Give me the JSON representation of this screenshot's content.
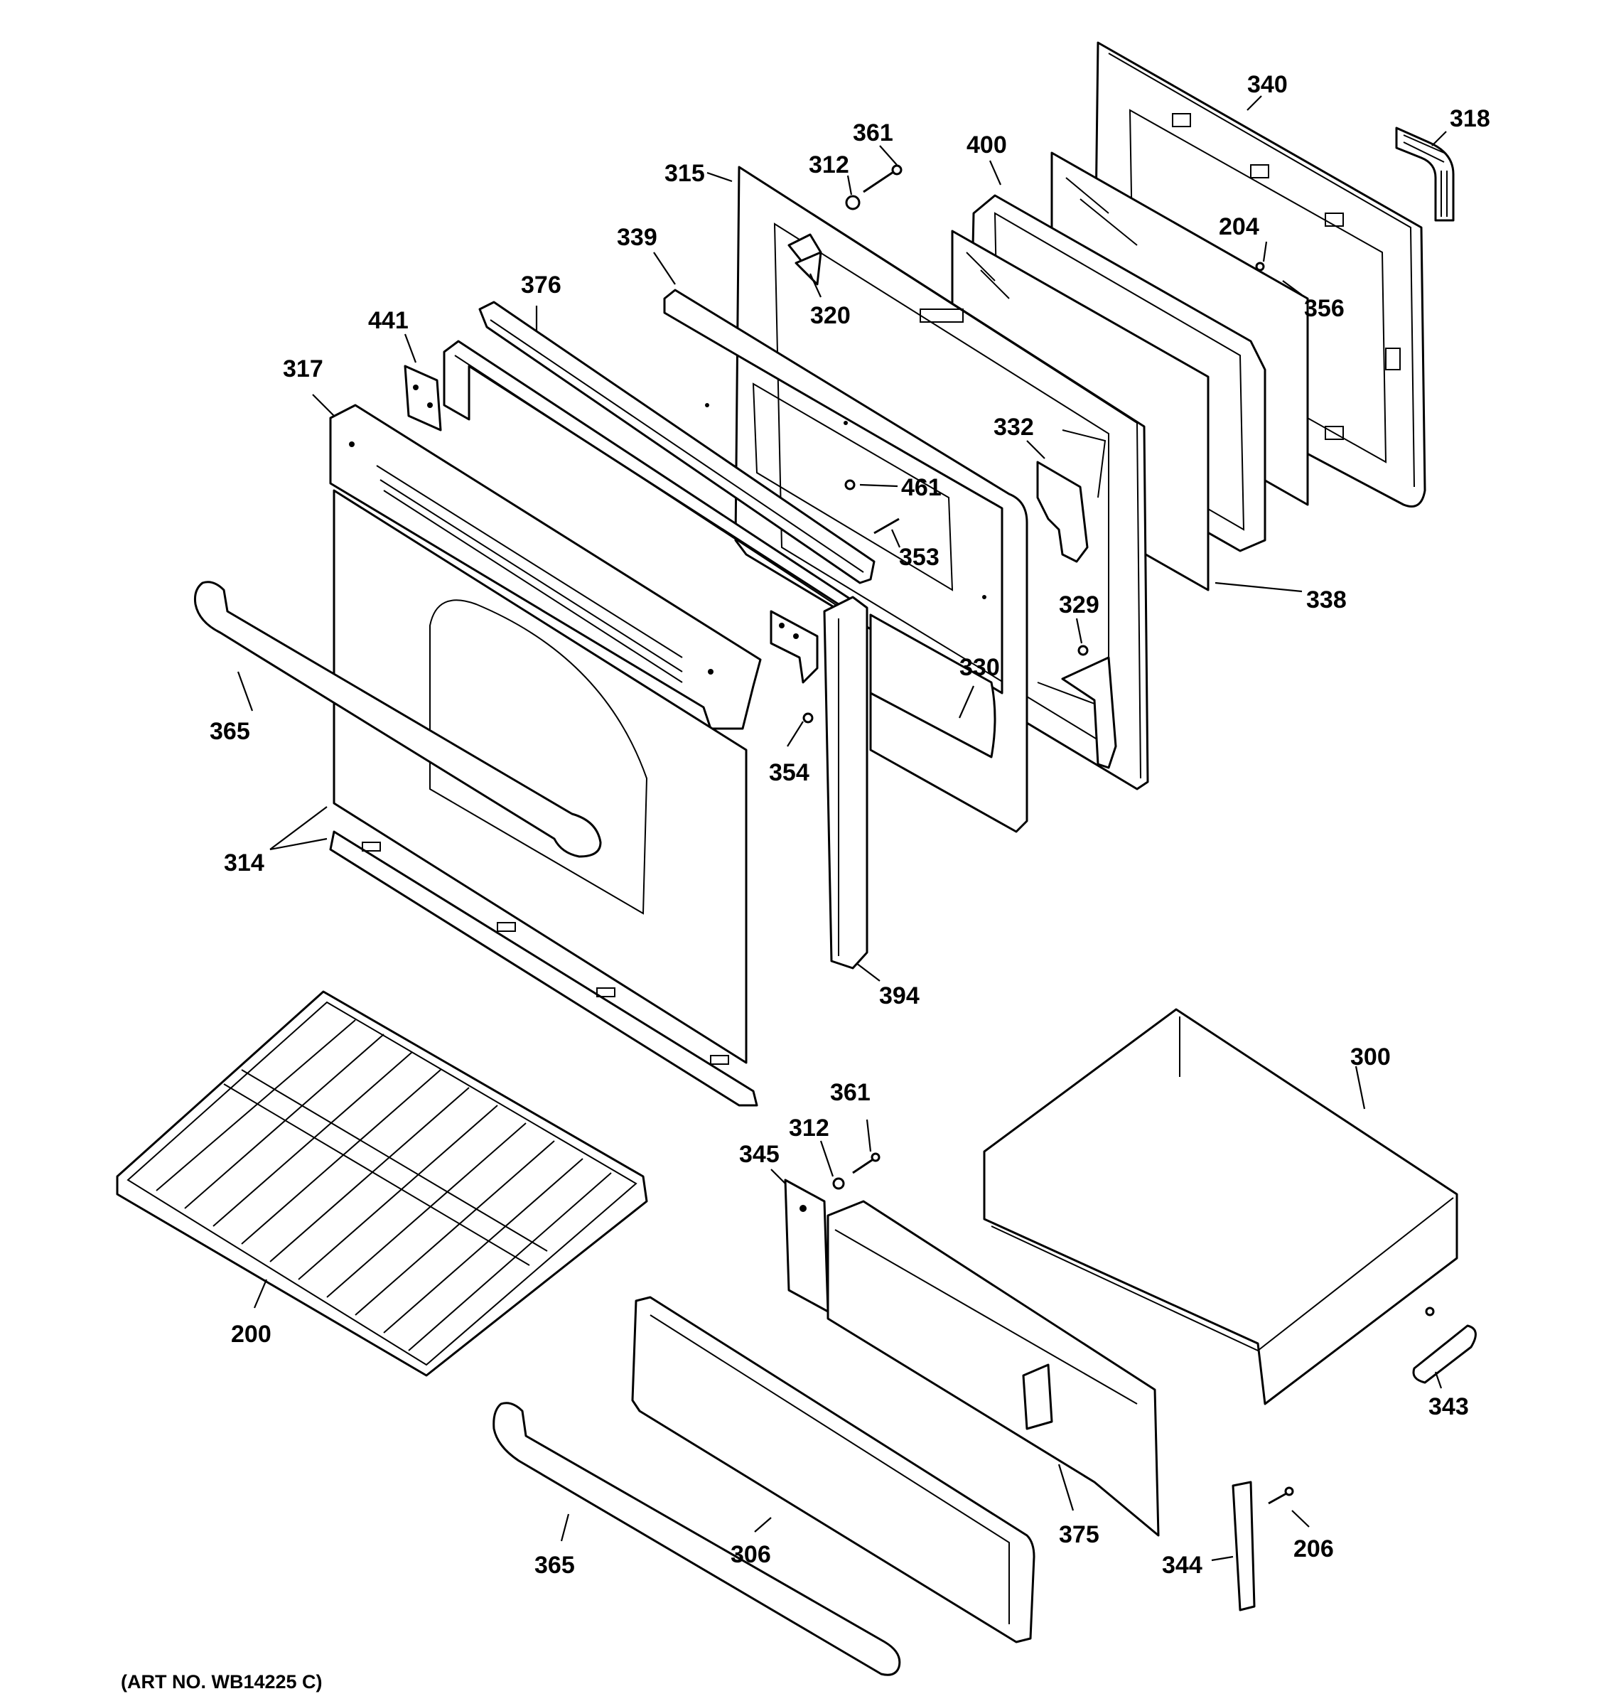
{
  "parts": [
    {
      "id": "340",
      "label": "340"
    },
    {
      "id": "318",
      "label": "318"
    },
    {
      "id": "361",
      "label": "361"
    },
    {
      "id": "312",
      "label": "312"
    },
    {
      "id": "315",
      "label": "315"
    },
    {
      "id": "400",
      "label": "400"
    },
    {
      "id": "204",
      "label": "204"
    },
    {
      "id": "356",
      "label": "356"
    },
    {
      "id": "339",
      "label": "339"
    },
    {
      "id": "320",
      "label": "320"
    },
    {
      "id": "376",
      "label": "376"
    },
    {
      "id": "441",
      "label": "441"
    },
    {
      "id": "317",
      "label": "317"
    },
    {
      "id": "332",
      "label": "332"
    },
    {
      "id": "461",
      "label": "461"
    },
    {
      "id": "353",
      "label": "353"
    },
    {
      "id": "338",
      "label": "338"
    },
    {
      "id": "329",
      "label": "329"
    },
    {
      "id": "330",
      "label": "330"
    },
    {
      "id": "365",
      "label": "365"
    },
    {
      "id": "354",
      "label": "354"
    },
    {
      "id": "314",
      "label": "314"
    },
    {
      "id": "394",
      "label": "394"
    },
    {
      "id": "300",
      "label": "300"
    },
    {
      "id": "361b",
      "label": "361"
    },
    {
      "id": "312b",
      "label": "312"
    },
    {
      "id": "345",
      "label": "345"
    },
    {
      "id": "200",
      "label": "200"
    },
    {
      "id": "343",
      "label": "343"
    },
    {
      "id": "375",
      "label": "375"
    },
    {
      "id": "306",
      "label": "306"
    },
    {
      "id": "365b",
      "label": "365"
    },
    {
      "id": "344",
      "label": "344"
    },
    {
      "id": "206",
      "label": "206"
    }
  ],
  "art_number": "(ART NO. WB14225 C)"
}
